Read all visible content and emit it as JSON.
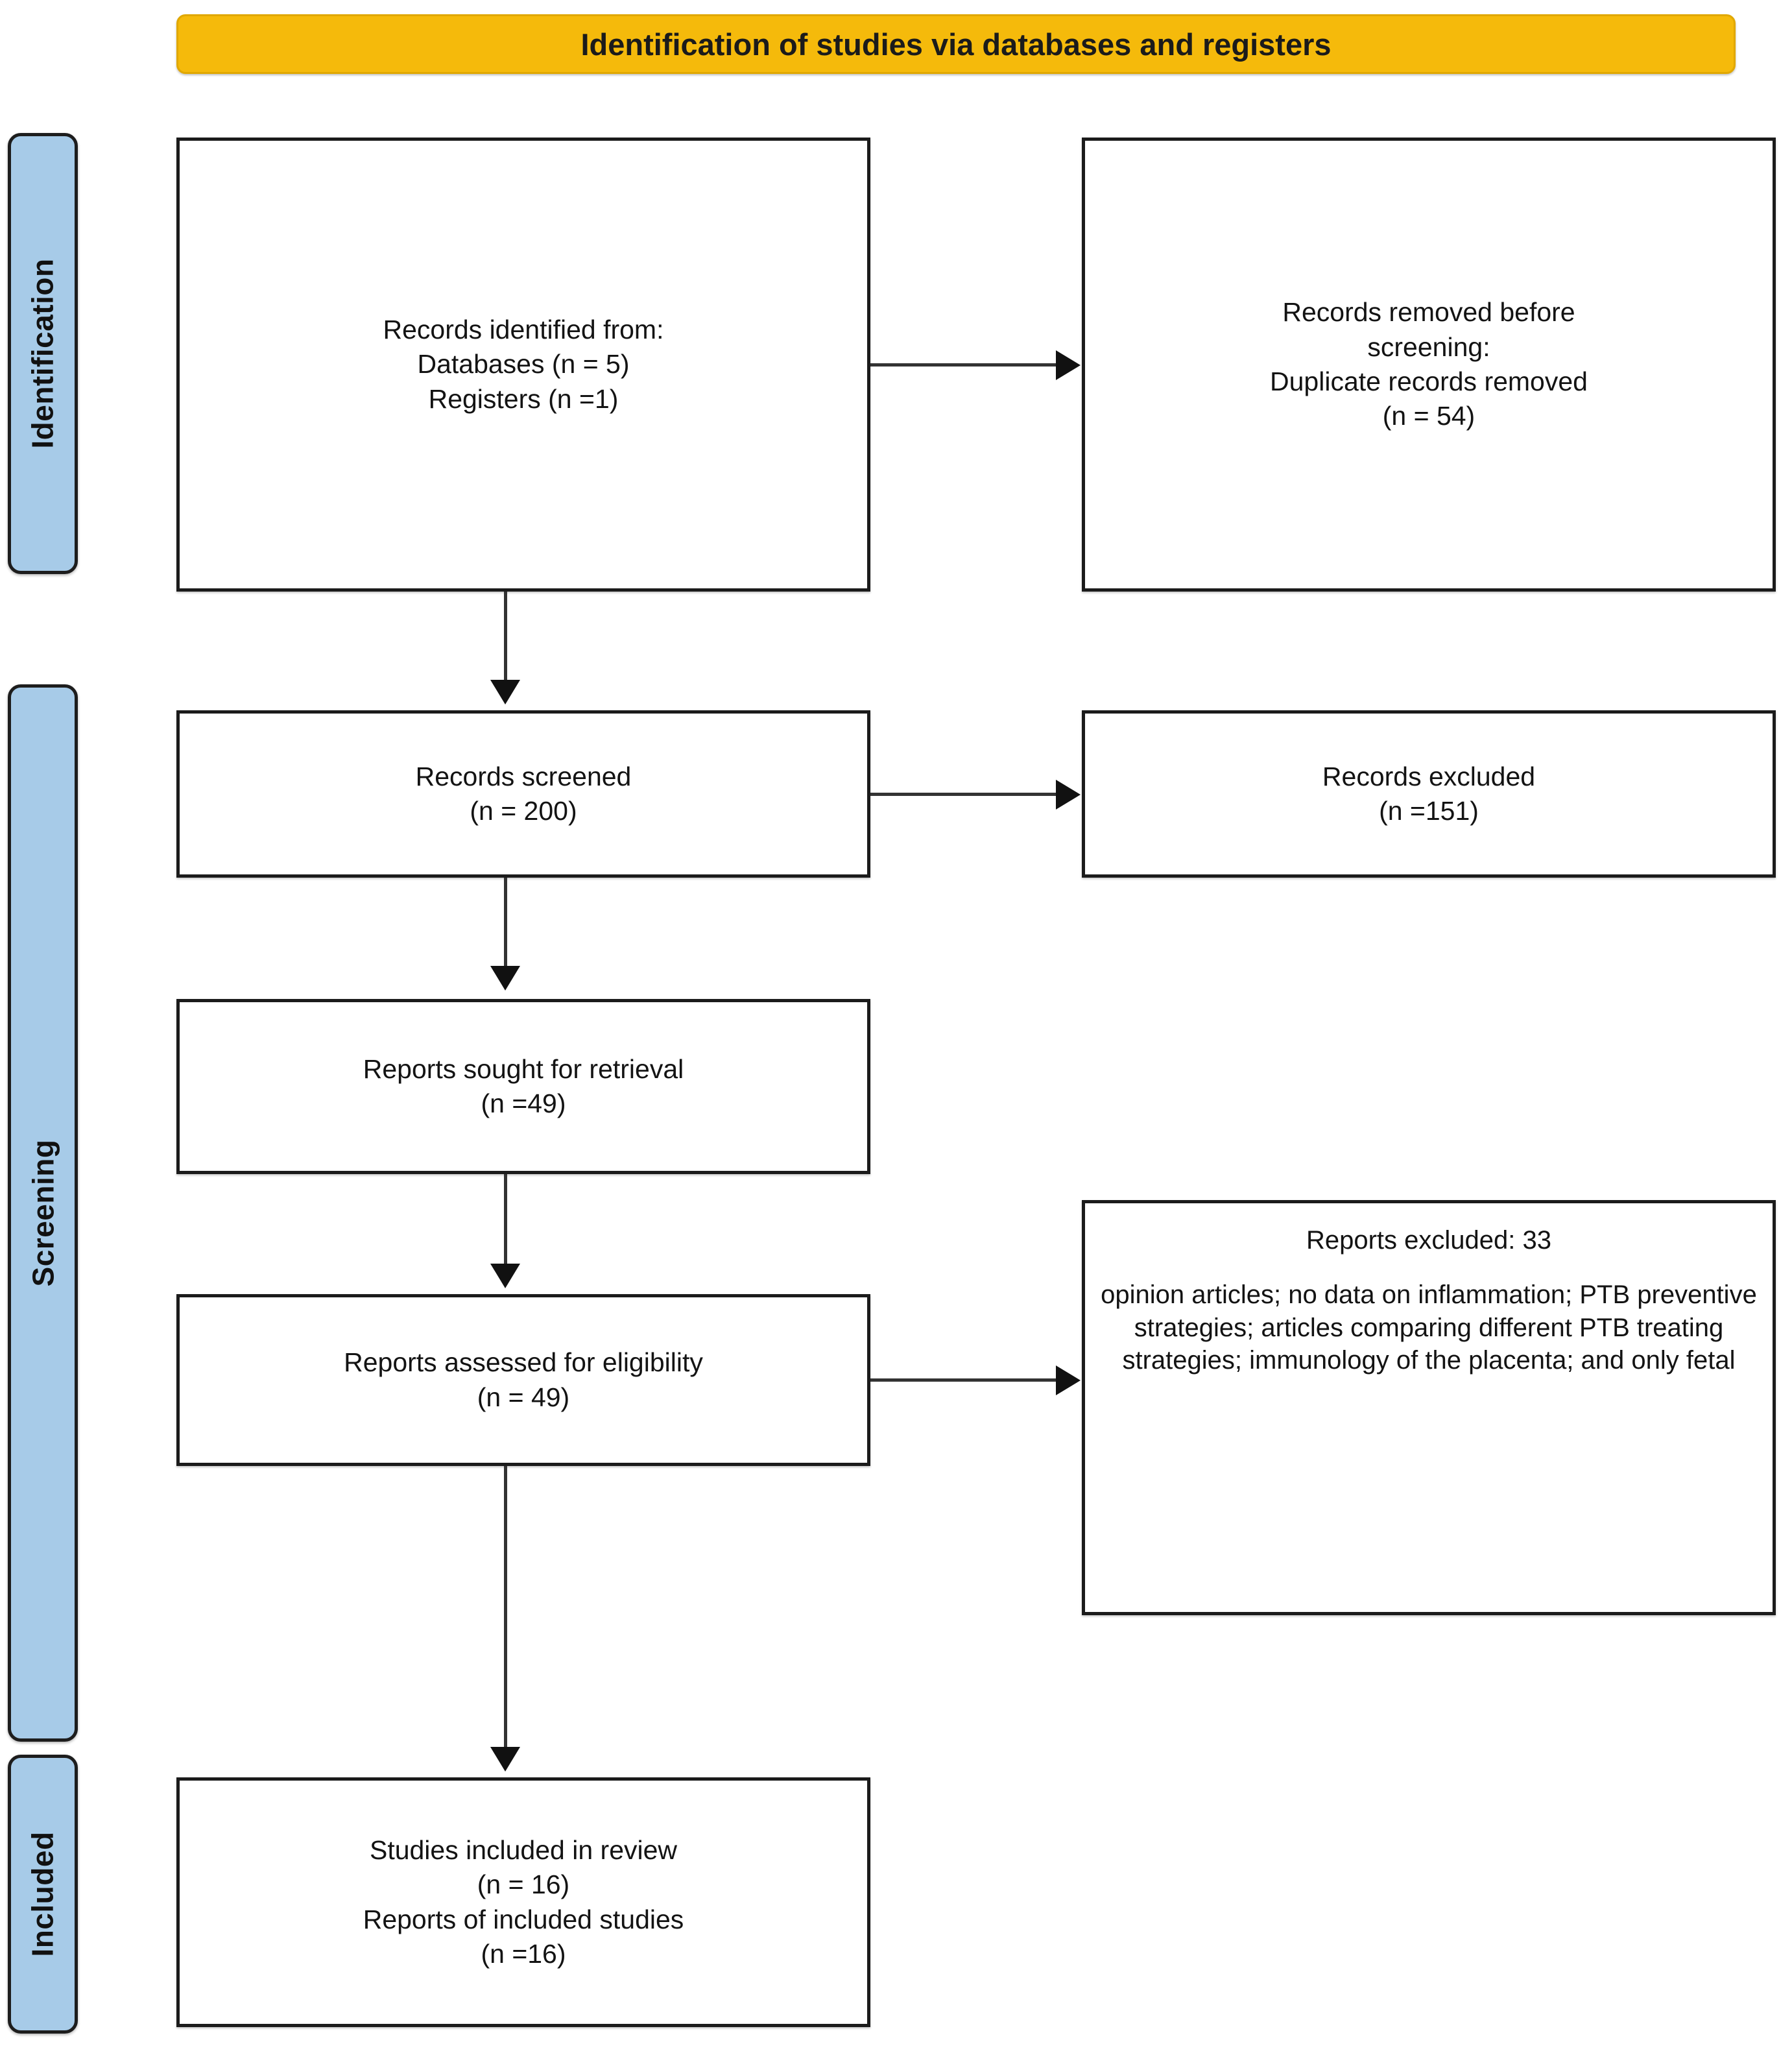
{
  "header": {
    "title": "Identification of studies via databases and registers"
  },
  "stages": {
    "identification": "Identification",
    "screening": "Screening",
    "included": "Included"
  },
  "boxes": {
    "records_identified": {
      "line1": "Records identified from:",
      "line2": "Databases (n = 5)",
      "line3": "Registers (n =1)"
    },
    "records_removed": {
      "line1": "Records removed",
      "line1_italic": "before",
      "line2_italic": "screening",
      "line2_suffix": ":",
      "line3": "Duplicate records removed",
      "line4": "(n = 54)"
    },
    "records_screened": {
      "line1": "Records screened",
      "line2": "(n = 200)"
    },
    "records_excluded": {
      "line1": "Records excluded",
      "line2": "(n =151)"
    },
    "reports_sought": {
      "line1": "Reports sought for retrieval",
      "line2": "(n =49)"
    },
    "reports_assessed": {
      "line1": "Reports assessed for eligibility",
      "line2": "(n = 49)"
    },
    "reports_excluded": {
      "line1": "Reports excluded: 33",
      "line2": "opinion articles; no data on inflammation; PTB preventive strategies; articles comparing different PTB treating strategies; immunology of the placenta; and only fetal"
    },
    "studies_included": {
      "line1": "Studies included in review",
      "line2": "(n = 16)",
      "line3": "Reports of included studies",
      "line4": "(n =16)"
    }
  },
  "colors": {
    "header_background": "#F5BA0B",
    "stage_background": "#A7CBE8",
    "box_border": "#1b1b1b",
    "connector": "#333333"
  }
}
